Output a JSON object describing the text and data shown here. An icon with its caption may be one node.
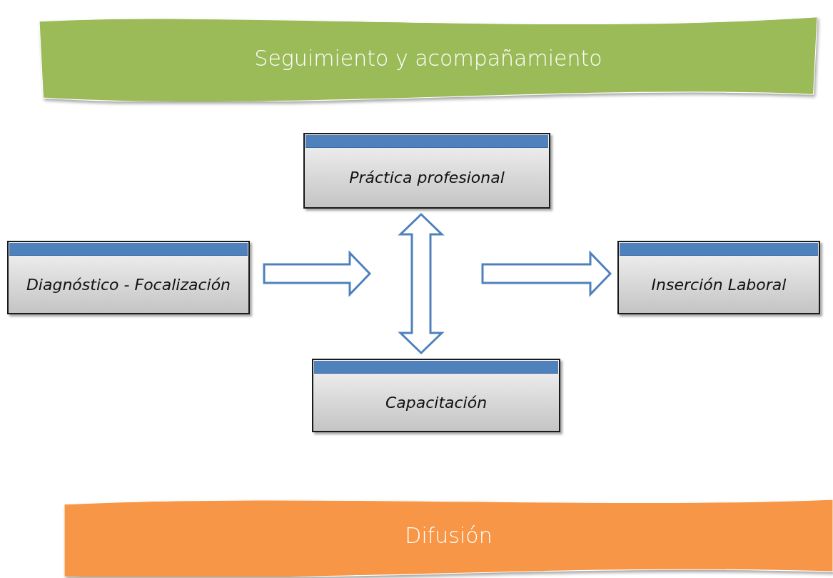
{
  "diagram": {
    "nodes": [
      {
        "text": [
          "Seguimiento y acompañamiento"
        ]
      },
      {
        "text": [
          "Práctica profesional"
        ]
      },
      {
        "text": [
          "Diagnóstico - Focalización"
        ]
      },
      {
        "text": [
          "Inserción Laboral"
        ]
      },
      {
        "text": [
          "Capacitación"
        ]
      },
      {
        "text": [
          "Difusión"
        ]
      }
    ],
    "edges": [
      {
        "from": 1,
        "to": 4,
        "arrow": "both"
      },
      {
        "from": 2,
        "to": null,
        "arrow": "to"
      },
      {
        "from": null,
        "to": 3,
        "arrow": "to"
      }
    ]
  }
}
